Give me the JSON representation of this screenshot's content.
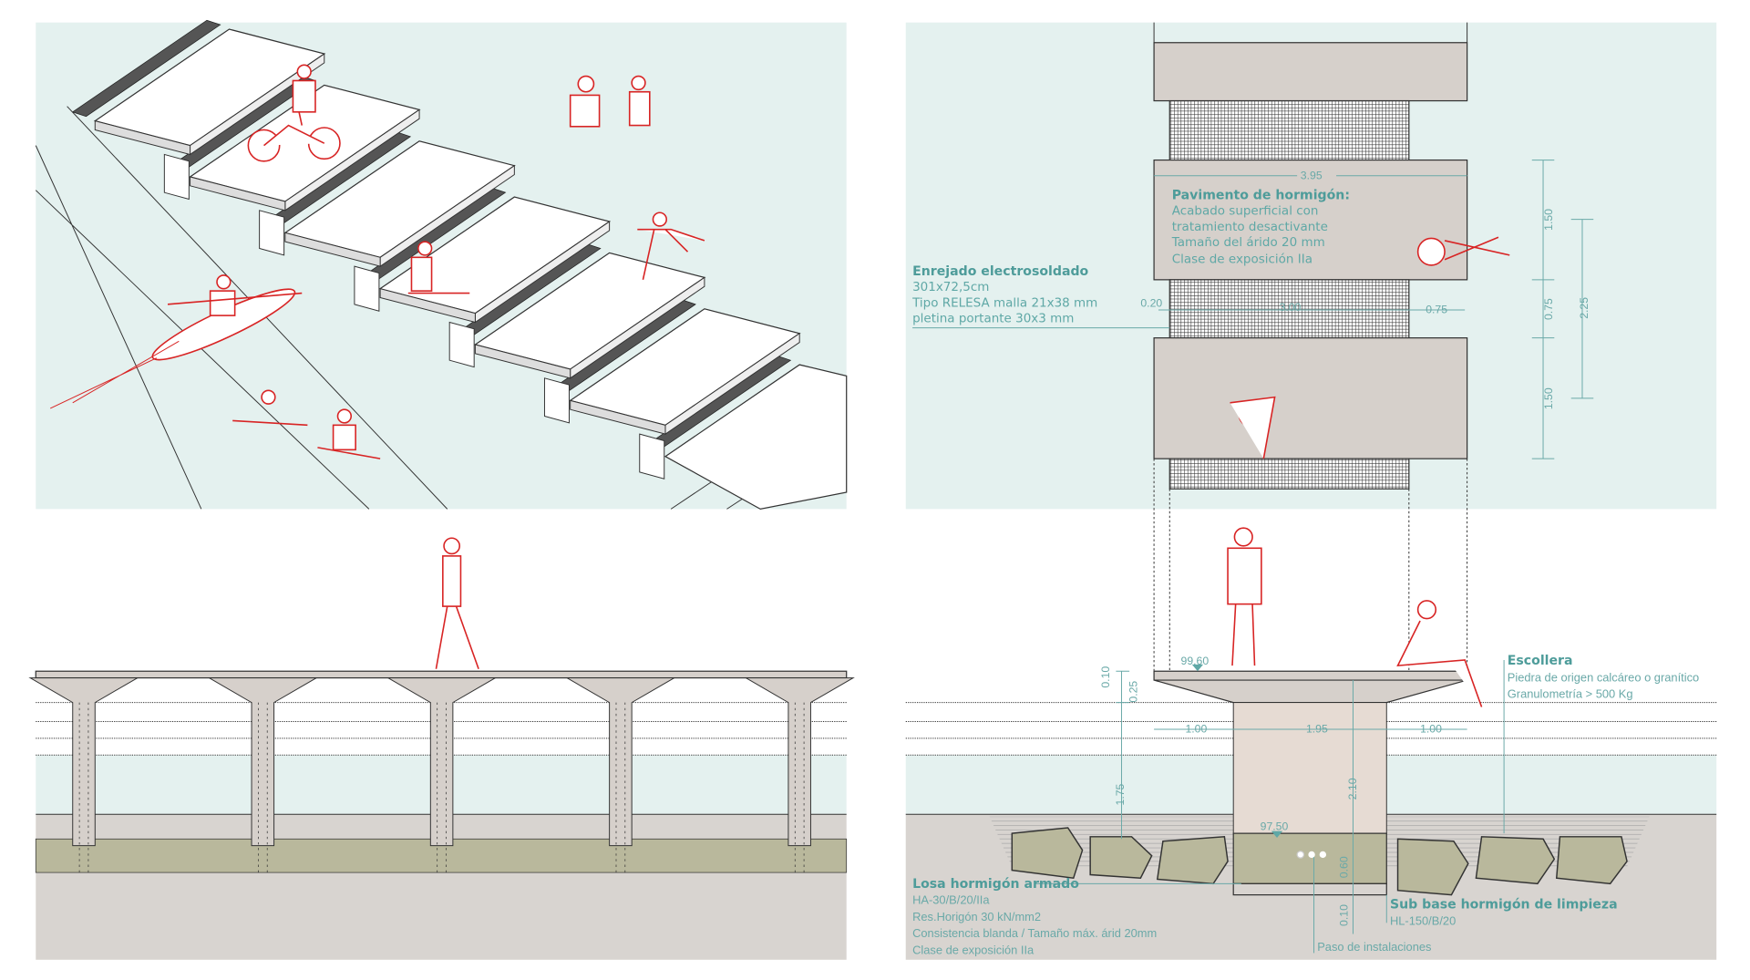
{
  "plan": {
    "pavimento": {
      "title": "Pavimento de hormigón:",
      "lines": [
        "Acabado superficial con",
        "tratamiento desactivante",
        "Tamaño del árido 20 mm",
        "Clase de exposición IIa"
      ]
    },
    "enrejado": {
      "title": "Enrejado electrosoldado",
      "lines": [
        "301x72,5cm",
        "Tipo RELESA malla 21x38 mm",
        "pletina portante 30x3 mm"
      ]
    },
    "dims": {
      "width": "3.95",
      "left": "0.20",
      "grating": "3.00",
      "right": "0.75",
      "slab1": "1.50",
      "gap": "0.75",
      "total": "2.25",
      "slab2": "1.50"
    }
  },
  "section": {
    "escollera": {
      "title": "Escollera",
      "lines": [
        "Piedra de origen calcáreo o granítico",
        "Granulometría > 500 Kg"
      ]
    },
    "losa": {
      "title": "Losa hormigón armado",
      "lines": [
        "HA-30/B/20/IIa",
        "Res.Horigón 30 kN/mm2",
        "Consistencia blanda / Tamaño máx. árid 20mm",
        "Clase de exposición IIa"
      ]
    },
    "subbase": {
      "title": "Sub base hormigón de limpieza",
      "lines": [
        "HL-150/B/20"
      ]
    },
    "paso": "Paso de instalaciones",
    "dims": {
      "top_level": "99.60",
      "d010": "0.10",
      "d025": "0.25",
      "w1": "1.00",
      "w2": "1.95",
      "w3": "1.00",
      "h175": "1.75",
      "h210": "2.10",
      "bottom_level": "97.50",
      "h060": "0.60",
      "h010b": "0.10"
    }
  },
  "colors": {
    "accent": "#5fa8a6",
    "figures": "#d82424",
    "water": "#e4f1ef",
    "concrete": "#d6d0cb"
  }
}
